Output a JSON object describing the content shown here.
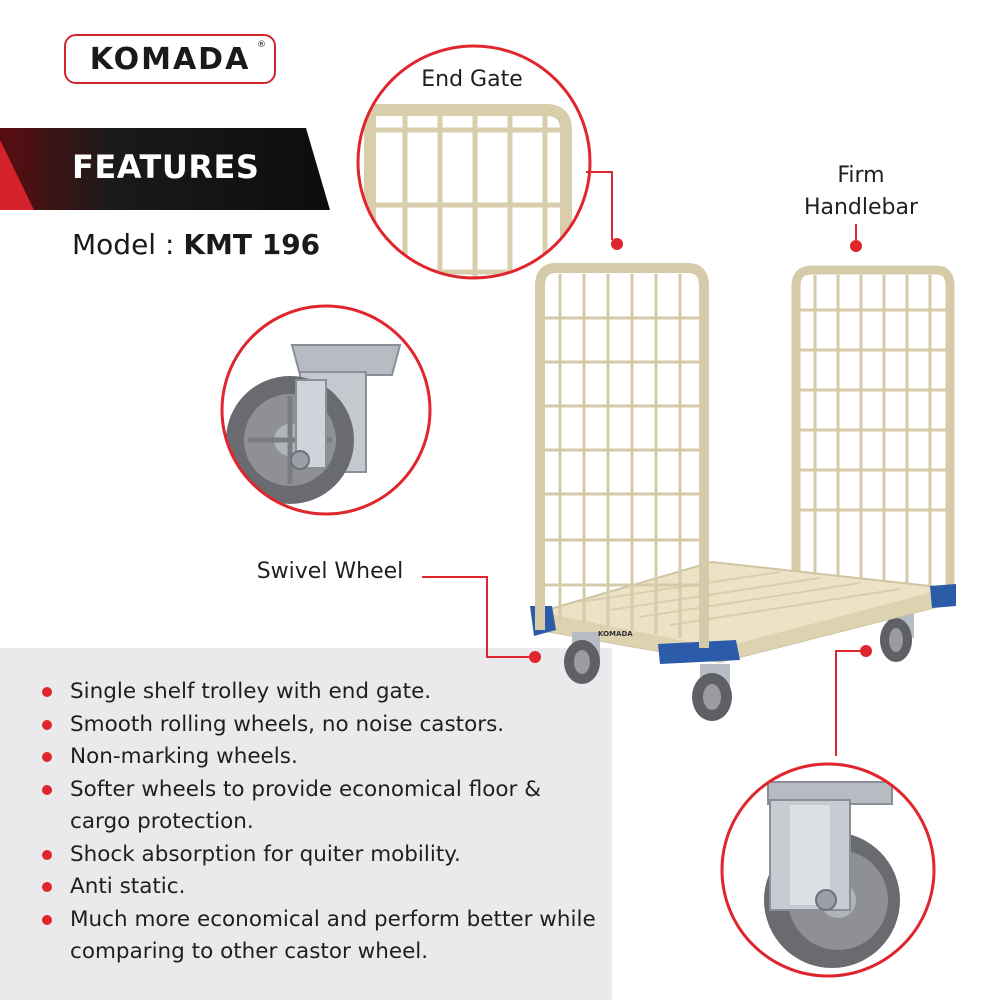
{
  "brand": {
    "name": "KOMADA",
    "reg": "®"
  },
  "header": {
    "title": "FEATURES",
    "model_label": "Model :",
    "model_number": "KMT 196"
  },
  "callouts": {
    "end_gate": "End Gate",
    "handlebar_line1": "Firm",
    "handlebar_line2": "Handlebar",
    "swivel": "Swivel Wheel"
  },
  "features": [
    "Single shelf trolley with end gate.",
    "Smooth rolling wheels, no noise castors.",
    "Non-marking wheels.",
    "Softer wheels to provide economical floor & cargo protection.",
    "Shock absorption for quiter mobility.",
    "Anti static.",
    "Much more economical and perform better while comparing to other castor wheel."
  ],
  "product_label": "KOMADA",
  "colors": {
    "accent": "#e0262c",
    "trolley": "#e8e0c2",
    "frame": "#d9d0ae",
    "corner": "#2a5aa8",
    "panel": "#eaeaec"
  }
}
